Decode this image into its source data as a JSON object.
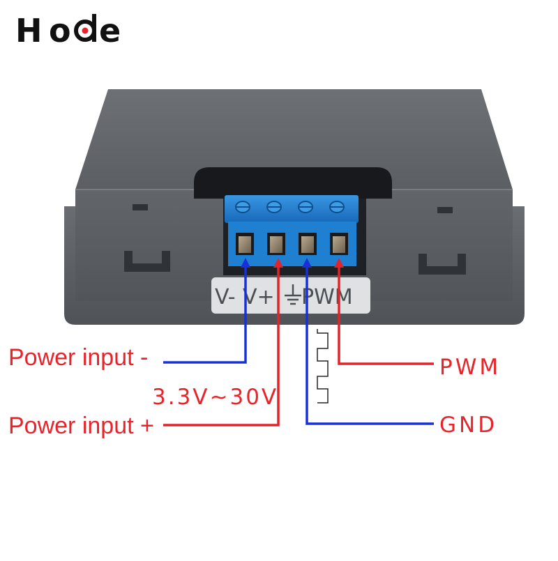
{
  "brand": {
    "letter_1": "H",
    "letter_2": "o",
    "letter_4": "e",
    "logo_color": "#111111",
    "dot_color": "#e8232a"
  },
  "terminal_labels": [
    "V-",
    "V+",
    "PWM"
  ],
  "wiring": {
    "power_input_minus": "Power input -",
    "voltage_range": "3.3V~30V",
    "power_input_plus": "Power input +",
    "pwm": "PWM",
    "gnd": "GND"
  },
  "colors": {
    "label_red": "#e8232a",
    "wire_blue": "#1730d8",
    "wire_red": "#e0242b",
    "terminal_blue": "#1f7fd1",
    "housing_grey": "#5c6166"
  },
  "icons": {
    "ground": "ground-symbol-icon",
    "pulse": "pwm-square-wave-icon"
  }
}
